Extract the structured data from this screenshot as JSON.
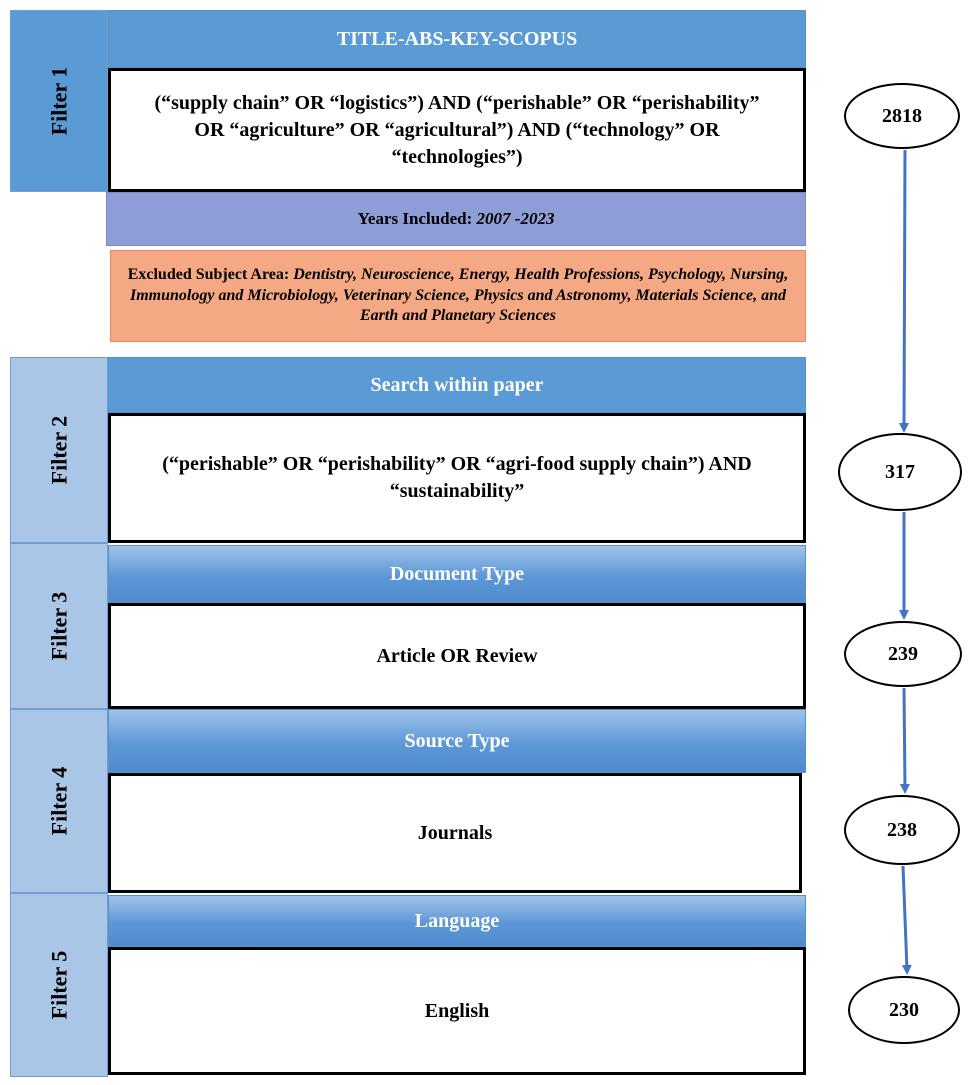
{
  "filters": [
    {
      "label": "Filter 1",
      "header": "TITLE-ABS-KEY-SCOPUS",
      "query": "(“supply chain” OR “logistics”) AND (“perishable” OR “perishability” OR “agriculture” OR “agricultural”) AND (“technology” OR “technologies”)",
      "count": "2818"
    },
    {
      "label": "Filter 2",
      "header": "Search within paper",
      "query": "(“perishable” OR “perishability” OR “agri-food supply chain”) AND “sustainability”",
      "count": "317"
    },
    {
      "label": "Filter 3",
      "header": "Document Type",
      "query": "Article OR Review",
      "count": "239"
    },
    {
      "label": "Filter 4",
      "header": "Source Type",
      "query": "Journals",
      "count": "238"
    },
    {
      "label": "Filter 5",
      "header": "Language",
      "query": "English",
      "count": "230"
    }
  ],
  "years": {
    "label": "Years Included:",
    "value": "2007 -2023"
  },
  "excluded": {
    "label": "Excluded Subject Area:",
    "value": "Dentistry, Neuroscience, Energy, Health Professions, Psychology, Nursing, Immunology and Microbiology, Veterinary Science, Physics and Astronomy, Materials Science, and Earth and Planetary Sciences"
  },
  "colors": {
    "filter_side_dark": "#5b9bd5",
    "filter_side_light": "#a9c6e6",
    "arrow": "#4472c4",
    "years_band": "#8e9dd6",
    "excluded_band": "#f4a984"
  }
}
